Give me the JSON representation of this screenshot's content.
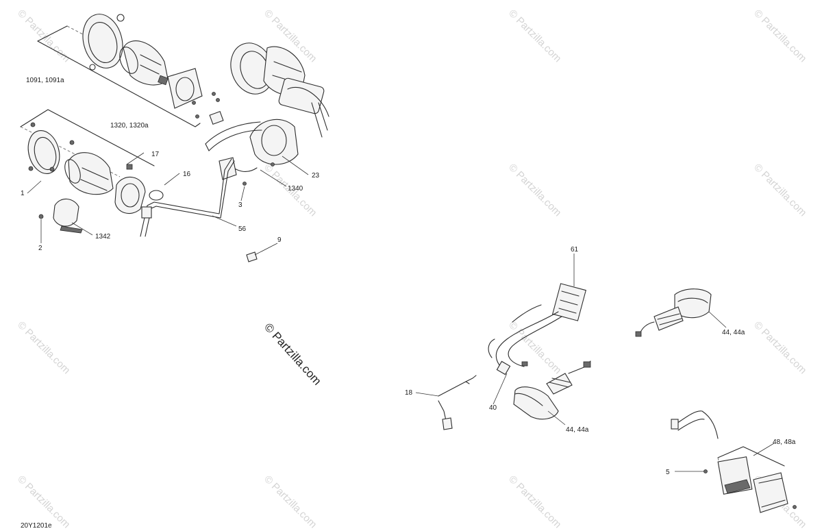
{
  "watermark": {
    "text": "© Partzilla.com",
    "center_text": "© Partzilla.com"
  },
  "labels": {
    "l1091": "1091, 1091a",
    "l1320": "1320, 1320a",
    "l17": "17",
    "l16": "16",
    "l1": "1",
    "l2": "2",
    "l1342": "1342",
    "l3": "3",
    "l56": "56",
    "l9": "9",
    "l23": "23",
    "l1340": "1340",
    "l61": "61",
    "l18": "18",
    "l40": "40",
    "l44_a": "44, 44a",
    "l44_b": "44, 44a",
    "l48": "48, 48a",
    "l5": "5",
    "diagram_code": "20Y1201e"
  }
}
